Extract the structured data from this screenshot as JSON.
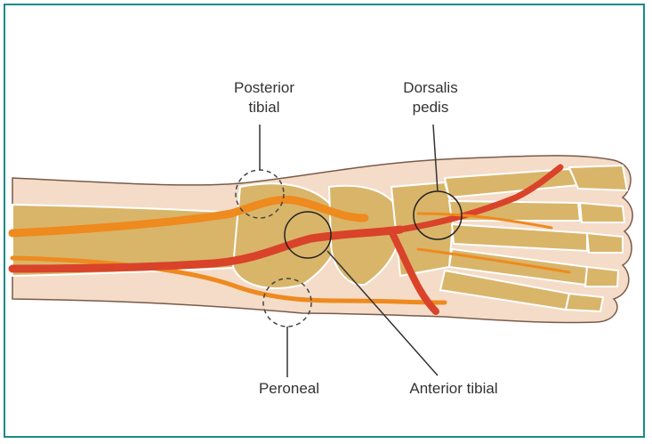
{
  "labels": {
    "posterior_tibial": "Posterior\ntibial",
    "dorsalis_pedis": "Dorsalis\npedis",
    "peroneal": "Peroneal",
    "anterior_tibial": "Anterior tibial"
  },
  "colors": {
    "frame_border": "#1a8a8a",
    "skin": "#f4dcc8",
    "bone": "#d9b56a",
    "bone_outline": "#ffffff",
    "artery_red": "#d9432a",
    "artery_orange": "#ee8a1e"
  }
}
